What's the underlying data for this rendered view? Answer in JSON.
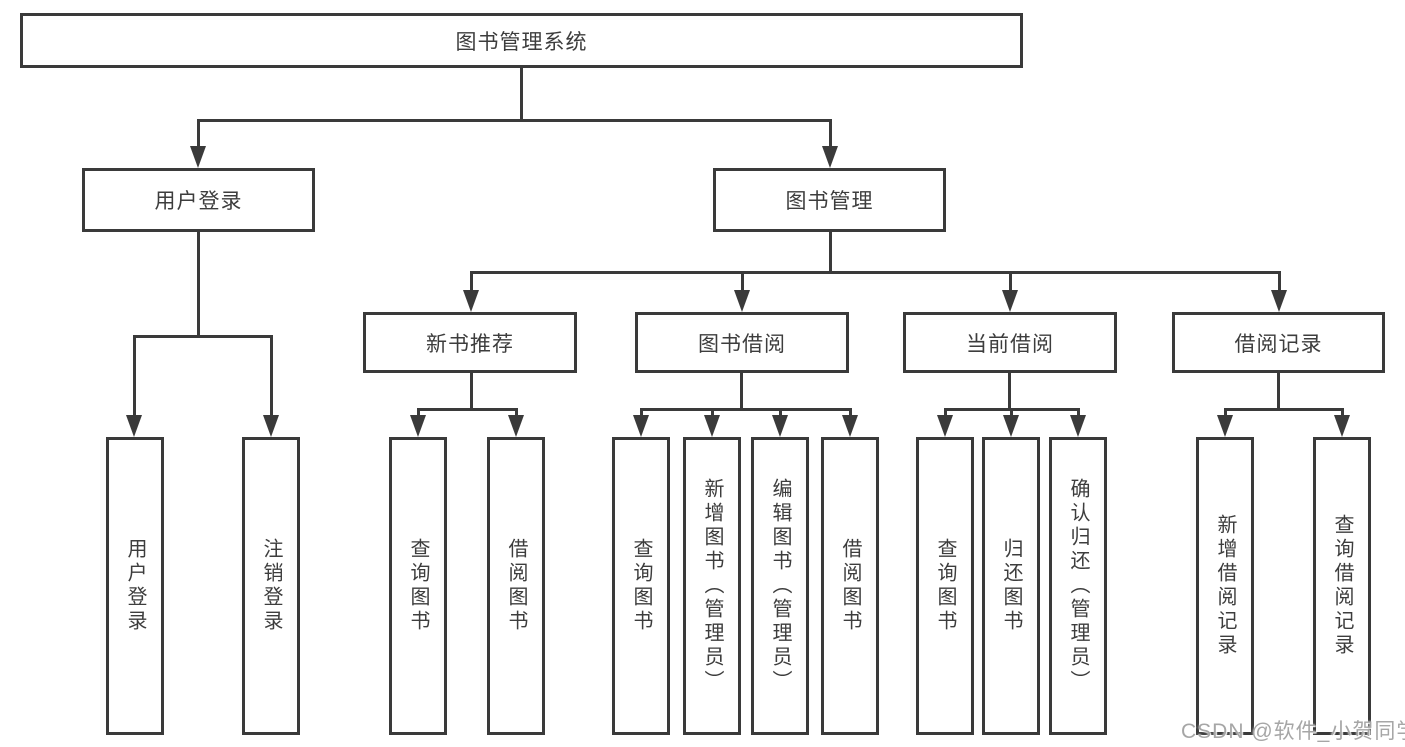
{
  "diagram": {
    "type": "hierarchy-tree",
    "colors": {
      "line": "#3a3a3a",
      "text": "#3d3d3d",
      "background": "#ffffff",
      "watermark": "#a6a6a6"
    },
    "tree": {
      "label": "图书管理系统",
      "children": [
        {
          "label": "用户登录",
          "children": [
            {
              "label": "用户登录"
            },
            {
              "label": "注销登录"
            }
          ]
        },
        {
          "label": "图书管理",
          "children": [
            {
              "label": "新书推荐",
              "children": [
                {
                  "label": "查询图书"
                },
                {
                  "label": "借阅图书"
                }
              ]
            },
            {
              "label": "图书借阅",
              "children": [
                {
                  "label": "查询图书"
                },
                {
                  "label": "新增图书（管理员）"
                },
                {
                  "label": "编辑图书（管理员）"
                },
                {
                  "label": "借阅图书"
                }
              ]
            },
            {
              "label": "当前借阅",
              "children": [
                {
                  "label": "查询图书"
                },
                {
                  "label": "归还图书"
                },
                {
                  "label": "确认归还（管理员）"
                }
              ]
            },
            {
              "label": "借阅记录",
              "children": [
                {
                  "label": "新增借阅记录"
                },
                {
                  "label": "查询借阅记录"
                }
              ]
            }
          ]
        }
      ]
    },
    "watermark": "CSDN @软件_小贺同学"
  }
}
